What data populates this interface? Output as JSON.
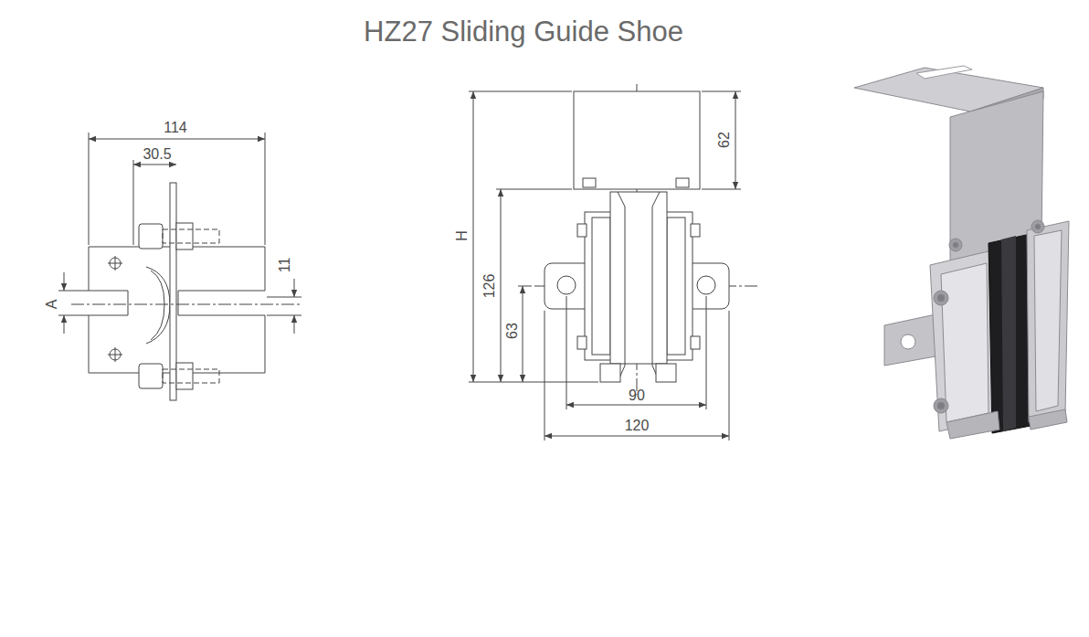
{
  "diagram": {
    "title": "HZ27 Sliding Guide Shoe",
    "labels": [
      "114",
      "30.5",
      "A",
      "11",
      "H",
      "62",
      "126",
      "63",
      "90",
      "120"
    ]
  }
}
